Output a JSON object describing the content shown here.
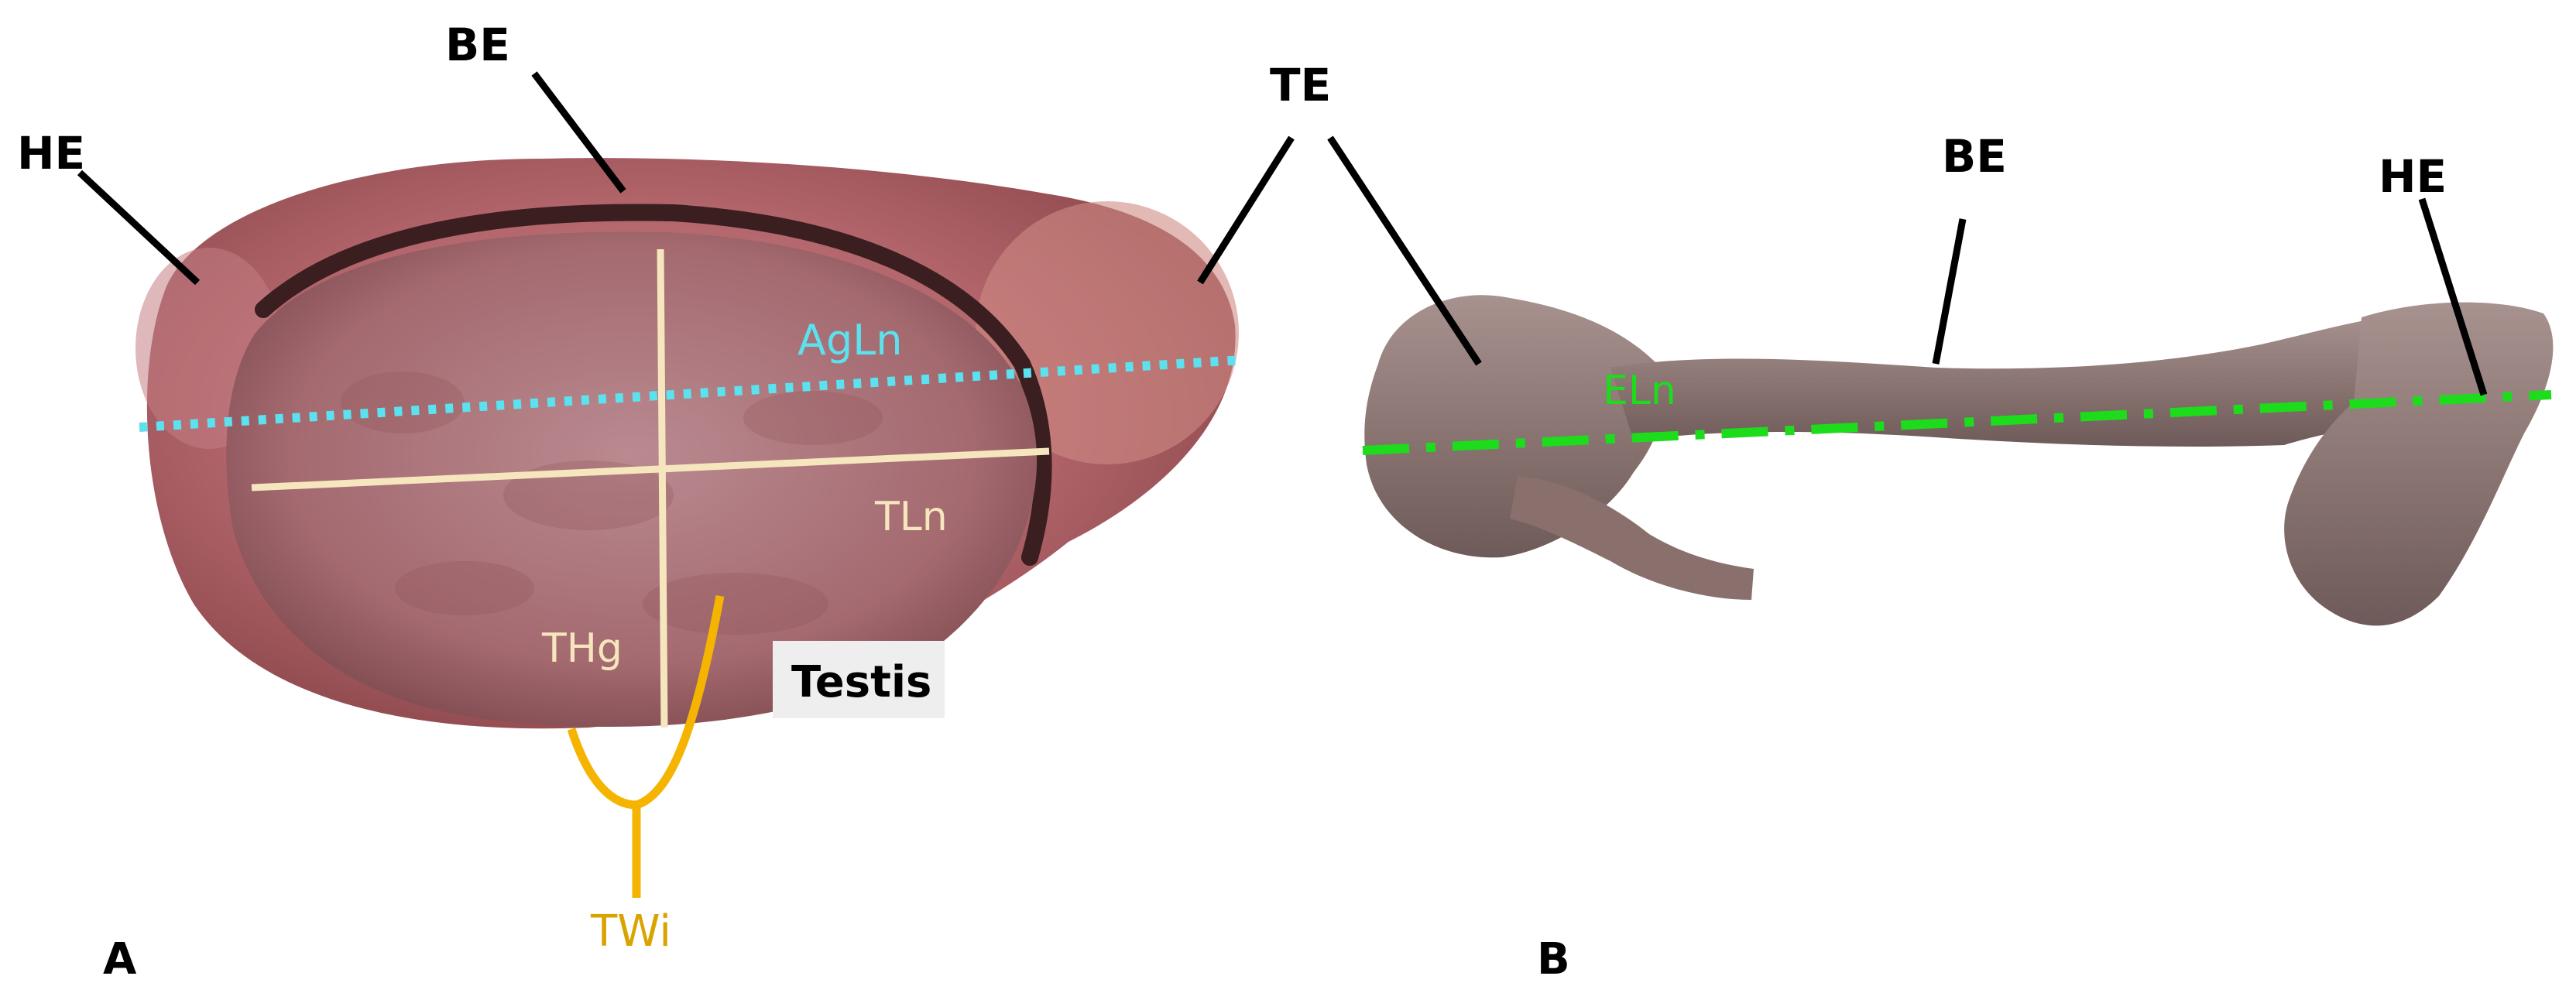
{
  "panel_a": {
    "panel_label": "A",
    "labels": {
      "he": "HE",
      "be": "BE",
      "te": "TE",
      "agln": "AgLn",
      "tln": "TLn",
      "thg": "THg",
      "twi": "TWi",
      "testis": "Testis"
    }
  },
  "panel_b": {
    "panel_label": "B",
    "labels": {
      "be": "BE",
      "he": "HE",
      "eln": "ELn"
    }
  },
  "colors": {
    "agln_line": "#5ce1ee",
    "cross_lines": "#f6e6bd",
    "twi": "#f4b400",
    "twi_text": "#d9a300",
    "eln_line": "#1cdc1c",
    "leader_lines": "#000000",
    "testis_box": "#eeeeee"
  }
}
